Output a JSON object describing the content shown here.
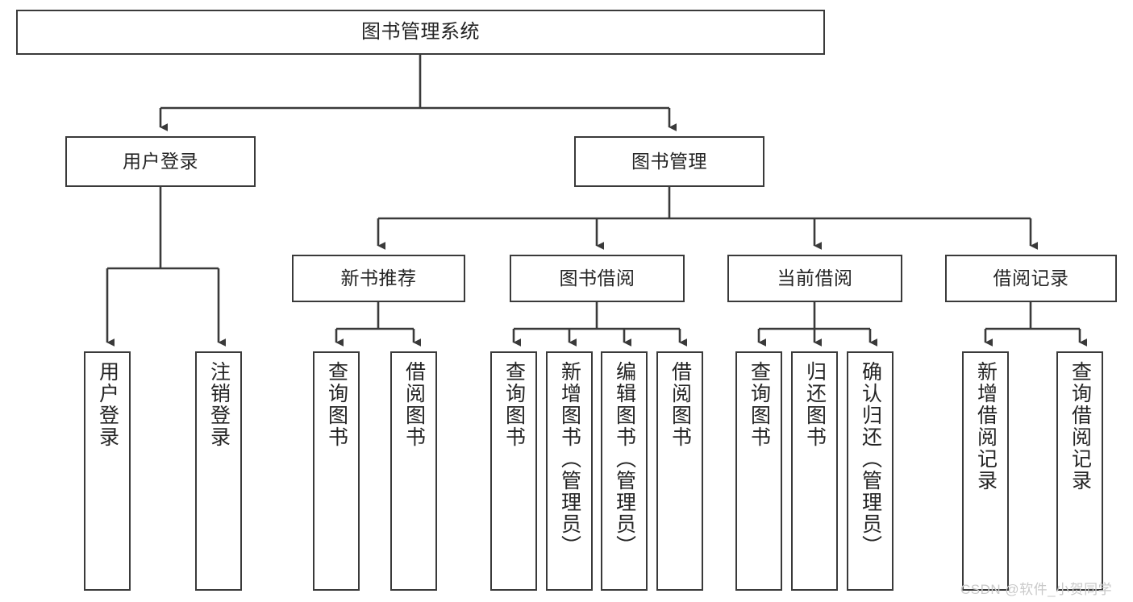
{
  "diagram": {
    "type": "tree",
    "title": "图书管理系统",
    "watermark": "CSDN @软件_小贺同学",
    "colors": {
      "box_border": "#3a3a3a",
      "box_fill": "#ffffff",
      "text": "#242424",
      "connector": "#3a3a3a",
      "watermark": "#c9c9c9",
      "background": "#ffffff"
    },
    "nodes": {
      "root": {
        "label": "图书管理系统"
      },
      "level2": [
        {
          "label": "用户登录"
        },
        {
          "label": "图书管理"
        }
      ],
      "level3": [
        {
          "label": "新书推荐"
        },
        {
          "label": "图书借阅"
        },
        {
          "label": "当前借阅"
        },
        {
          "label": "借阅记录"
        }
      ],
      "leaves_user_login": [
        {
          "label": "用户登录"
        },
        {
          "label": "注销登录"
        }
      ],
      "leaves_new_book": [
        {
          "label": "查询图书"
        },
        {
          "label": "借阅图书"
        }
      ],
      "leaves_borrow": [
        {
          "label": "查询图书"
        },
        {
          "label": "新增图书（管理员）"
        },
        {
          "label": "编辑图书（管理员）"
        },
        {
          "label": "借阅图书"
        }
      ],
      "leaves_current": [
        {
          "label": "查询图书"
        },
        {
          "label": "归还图书"
        },
        {
          "label": "确认归还（管理员）"
        }
      ],
      "leaves_records": [
        {
          "label": "新增借阅记录"
        },
        {
          "label": "查询借阅记录"
        }
      ]
    }
  }
}
